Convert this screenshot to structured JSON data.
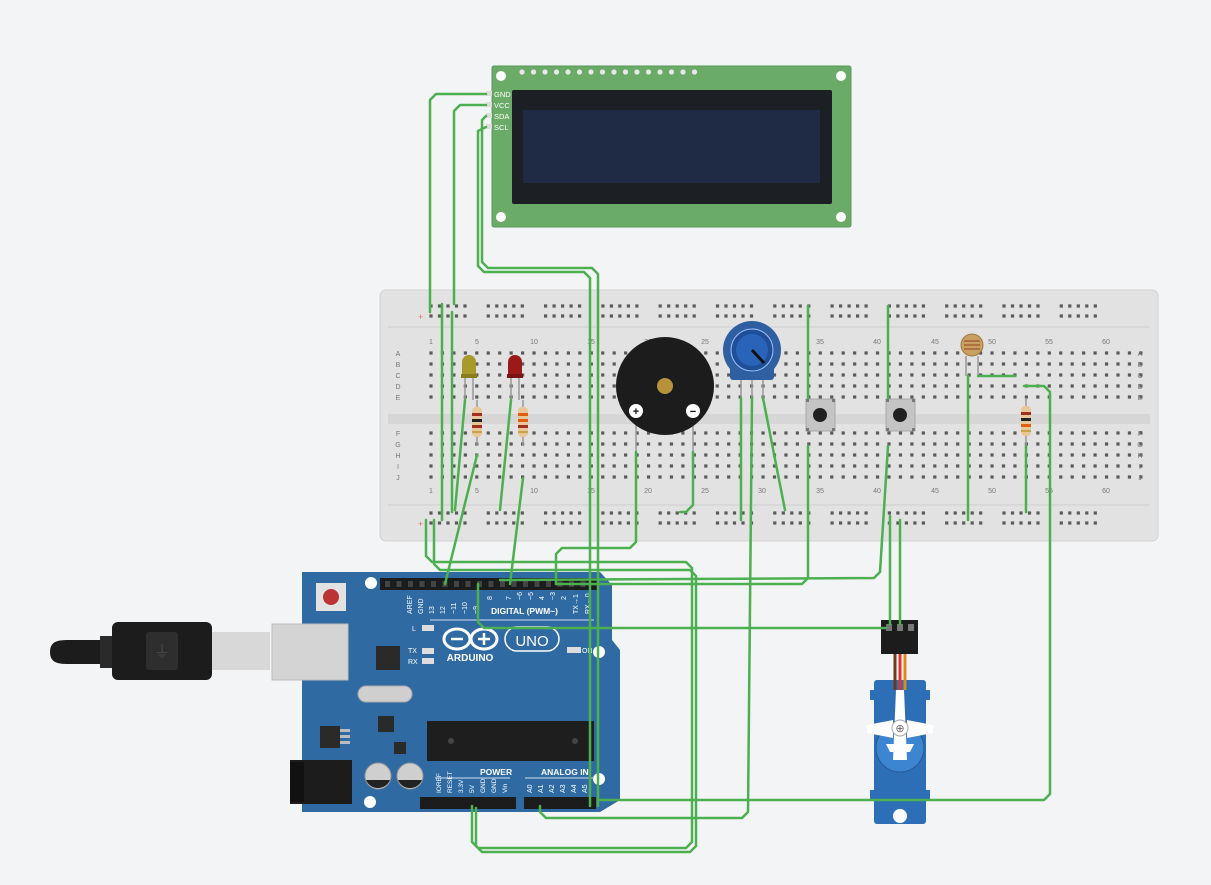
{
  "lcd": {
    "pin_labels": [
      "GND",
      "VCC",
      "SDA",
      "SCL"
    ]
  },
  "breadboard": {
    "column_numbers": [
      "1",
      "5",
      "10",
      "15",
      "20",
      "25",
      "30",
      "35",
      "40",
      "45",
      "50",
      "55",
      "60"
    ],
    "row_letters_top": [
      "A",
      "B",
      "C",
      "D",
      "E"
    ],
    "row_letters_bottom": [
      "F",
      "G",
      "H",
      "I",
      "J"
    ]
  },
  "buzzer": {
    "plus_label": "+",
    "minus_label": "−"
  },
  "arduino": {
    "brand": "ARDUINO",
    "model": "UNO",
    "digital_header_label": "DIGITAL (PWM~)",
    "digital_pin_labels": [
      "AREF",
      "GND",
      "13",
      "12",
      "~11",
      "~10",
      "~9",
      "8",
      "7",
      "~6",
      "~5",
      "4",
      "~3",
      "2",
      "TX→1",
      "RX←0"
    ],
    "power_label": "POWER",
    "power_pin_labels": [
      "IOREF",
      "RESET",
      "3.3V",
      "5V",
      "GND",
      "GND",
      "Vin"
    ],
    "analog_label": "ANALOG IN",
    "analog_pin_labels": [
      "A0",
      "A1",
      "A2",
      "A3",
      "A4",
      "A5"
    ],
    "led_labels": [
      "L",
      "TX",
      "RX"
    ],
    "on_label": "ON"
  },
  "colors": {
    "wire": "#4caf50",
    "board": "#2f6aa3",
    "lcd_pcb": "#6aab67",
    "lcd_screen": "#1f2a44",
    "breadboard": "#e2e2e2"
  }
}
